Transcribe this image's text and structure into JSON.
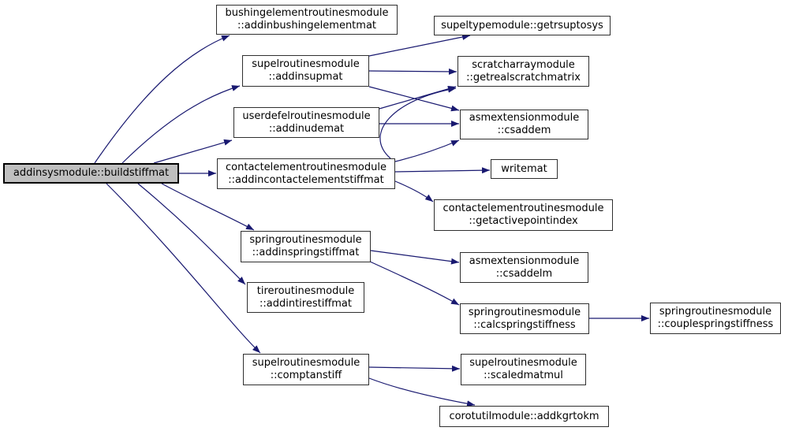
{
  "diagram": {
    "type": "call-graph",
    "root_id": "buildstiffmat",
    "nodes": [
      {
        "id": "buildstiffmat",
        "line1": "addinsysmodule::buildstiffmat",
        "root": true
      },
      {
        "id": "addinbushingelementmat",
        "line1": "bushingelementroutinesmodule",
        "line2": "::addinbushingelementmat"
      },
      {
        "id": "addinsupmat",
        "line1": "supelroutinesmodule",
        "line2": "::addinsupmat"
      },
      {
        "id": "addinudemat",
        "line1": "userdefelroutinesmodule",
        "line2": "::addinudemat"
      },
      {
        "id": "addincontactelementstiffmat",
        "line1": "contactelementroutinesmodule",
        "line2": "::addincontactelementstiffmat"
      },
      {
        "id": "addinspringstiffmat",
        "line1": "springroutinesmodule",
        "line2": "::addinspringstiffmat"
      },
      {
        "id": "addintirestiffmat",
        "line1": "tireroutinesmodule",
        "line2": "::addintirestiffmat"
      },
      {
        "id": "comptanstiff",
        "line1": "supelroutinesmodule",
        "line2": "::comptanstiff"
      },
      {
        "id": "getrsuptosys",
        "line1": "supeltypemodule::getrsuptosys"
      },
      {
        "id": "getrealscratchmatrix",
        "line1": "scratcharraymodule",
        "line2": "::getrealscratchmatrix"
      },
      {
        "id": "csaddem",
        "line1": "asmextensionmodule",
        "line2": "::csaddem"
      },
      {
        "id": "writemat",
        "line1": "writemat"
      },
      {
        "id": "getactivepointindex",
        "line1": "contactelementroutinesmodule",
        "line2": "::getactivepointindex"
      },
      {
        "id": "csaddelm",
        "line1": "asmextensionmodule",
        "line2": "::csaddelm"
      },
      {
        "id": "calcspringstiffness",
        "line1": "springroutinesmodule",
        "line2": "::calcspringstiffness"
      },
      {
        "id": "scaledmatmul",
        "line1": "supelroutinesmodule",
        "line2": "::scaledmatmul"
      },
      {
        "id": "addkgrtokm",
        "line1": "corotutilmodule::addkgrtokm"
      },
      {
        "id": "couplespringstiffness",
        "line1": "springroutinesmodule",
        "line2": "::couplespringstiffness"
      }
    ],
    "edges": [
      {
        "from": "buildstiffmat",
        "to": "addinbushingelementmat"
      },
      {
        "from": "buildstiffmat",
        "to": "addinsupmat"
      },
      {
        "from": "buildstiffmat",
        "to": "addinudemat"
      },
      {
        "from": "buildstiffmat",
        "to": "addincontactelementstiffmat"
      },
      {
        "from": "buildstiffmat",
        "to": "addinspringstiffmat"
      },
      {
        "from": "buildstiffmat",
        "to": "addintirestiffmat"
      },
      {
        "from": "buildstiffmat",
        "to": "comptanstiff"
      },
      {
        "from": "addinsupmat",
        "to": "getrsuptosys"
      },
      {
        "from": "addinsupmat",
        "to": "getrealscratchmatrix"
      },
      {
        "from": "addinsupmat",
        "to": "csaddem"
      },
      {
        "from": "addinudemat",
        "to": "getrealscratchmatrix"
      },
      {
        "from": "addinudemat",
        "to": "csaddem"
      },
      {
        "from": "addincontactelementstiffmat",
        "to": "getrealscratchmatrix"
      },
      {
        "from": "addincontactelementstiffmat",
        "to": "csaddem"
      },
      {
        "from": "addincontactelementstiffmat",
        "to": "writemat"
      },
      {
        "from": "addincontactelementstiffmat",
        "to": "getactivepointindex"
      },
      {
        "from": "addinspringstiffmat",
        "to": "csaddelm"
      },
      {
        "from": "addinspringstiffmat",
        "to": "calcspringstiffness"
      },
      {
        "from": "calcspringstiffness",
        "to": "couplespringstiffness"
      },
      {
        "from": "comptanstiff",
        "to": "scaledmatmul"
      },
      {
        "from": "comptanstiff",
        "to": "addkgrtokm"
      }
    ]
  },
  "colors": {
    "background": "#ffffff",
    "edge": "#191970",
    "node_fill": "#ffffff",
    "node_border": "#2f2f2f",
    "root_fill": "#bfbfbf",
    "root_border": "#000000",
    "text": "#000000"
  }
}
